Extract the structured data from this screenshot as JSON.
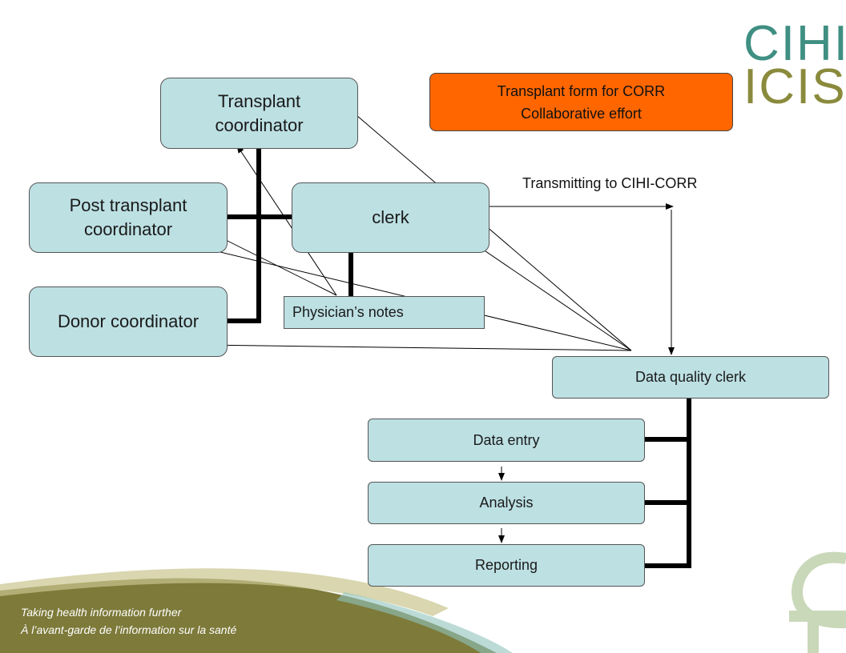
{
  "header": {
    "title_line1": "Transplant form for CORR",
    "title_line2": "Collaborative effort"
  },
  "logo": {
    "line1": "CIHI",
    "line2": "ICIS"
  },
  "nodes": {
    "transplant_coordinator": {
      "line1": "Transplant",
      "line2": "coordinator"
    },
    "post_transplant_coordinator": {
      "line1": "Post transplant",
      "line2": "coordinator"
    },
    "clerk": "clerk",
    "donor_coordinator": "Donor coordinator",
    "physicians_notes": "Physician’s notes",
    "data_quality_clerk": "Data quality clerk",
    "data_entry": "Data entry",
    "analysis": "Analysis",
    "reporting": "Reporting"
  },
  "labels": {
    "transmitting": "Transmitting to CIHI-CORR"
  },
  "footer": {
    "line1": "Taking health information further",
    "line2": "À l’avant-garde de l’information sur la santé"
  },
  "colors": {
    "node_fill": "#bde0e3",
    "title_fill": "#ff6600",
    "logo_teal": "#3f8f82",
    "logo_olive": "#8a8a3c",
    "footer_olive": "#7d7a3a"
  }
}
